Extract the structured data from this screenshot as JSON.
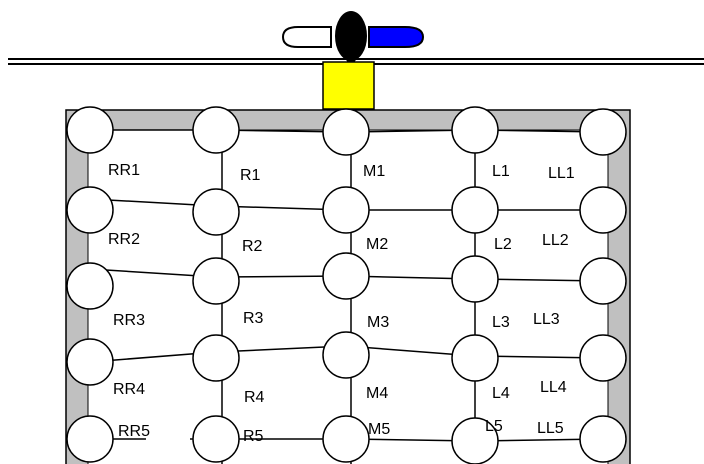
{
  "colors": {
    "frame_fill": "#c0c0c0",
    "mount_fill": "#ffff00",
    "right_light_fill": "#0000ff",
    "left_light_fill": "#ffffff",
    "center_fill": "#000000",
    "node_fill": "#ffffff",
    "line": "#000000"
  },
  "columns": [
    "RR",
    "R",
    "M",
    "L",
    "LL"
  ],
  "rows": [
    "1",
    "2",
    "3",
    "4",
    "5"
  ],
  "cells": [
    [
      "RR1",
      "R1",
      "M1",
      "L1",
      "LL1"
    ],
    [
      "RR2",
      "R2",
      "M2",
      "L2",
      "LL2"
    ],
    [
      "RR3",
      "R3",
      "M3",
      "L3",
      "LL3"
    ],
    [
      "RR4",
      "R4",
      "M4",
      "L4",
      "LL4"
    ],
    [
      "RR5",
      "R5",
      "M5",
      "L5",
      "LL5"
    ]
  ]
}
